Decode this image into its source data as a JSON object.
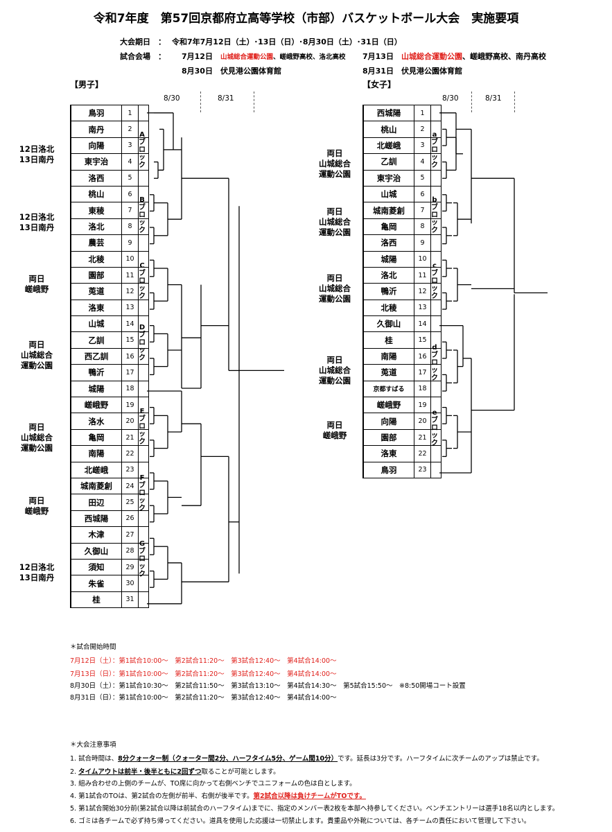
{
  "title": "令和7年度　第57回京都府立高等学校（市部）バスケットボール大会　実施要項",
  "dates": {
    "label": "大会期日　：",
    "value": "令和7年7月12日（土）･13日（日）･8月30日（土）･31日（日）"
  },
  "venues": {
    "label": "試合会場　：",
    "d1_date": "7月12日",
    "d1_red": "山城総合運動公園",
    "d1_rest": "、嵯峨野高校、洛北高校",
    "d2_date": "7月13日",
    "d2_red": "山城総合運動公園",
    "d2_rest": "、嵯峨野高校、南丹高校",
    "d3": "8月30日　伏見港公園体育館",
    "d4": "8月31日　伏見港公園体育館"
  },
  "men": {
    "heading": "【男子】",
    "round1": "8/30",
    "round2": "8/31",
    "teams": [
      "鳥羽",
      "南丹",
      "向陽",
      "東宇治",
      "洛西",
      "桃山",
      "東稜",
      "洛北",
      "農芸",
      "北稜",
      "園部",
      "莵道",
      "洛東",
      "山城",
      "乙訓",
      "西乙訓",
      "鴨沂",
      "城陽",
      "嵯峨野",
      "洛水",
      "亀岡",
      "南陽",
      "北嵯峨",
      "城南菱創",
      "田辺",
      "西城陽",
      "木津",
      "久御山",
      "須知",
      "朱雀",
      "桂"
    ],
    "numbers": [
      "1",
      "2",
      "3",
      "4",
      "5",
      "6",
      "7",
      "8",
      "9",
      "10",
      "11",
      "12",
      "13",
      "14",
      "15",
      "16",
      "17",
      "18",
      "19",
      "20",
      "21",
      "22",
      "23",
      "24",
      "25",
      "26",
      "27",
      "28",
      "29",
      "30",
      "31"
    ],
    "blocks": [
      "Aブロック",
      "Bブロック",
      "Cブロック",
      "Dブロック",
      "Eブロック",
      "Fブロック",
      "Gブロック"
    ],
    "venues": [
      [
        "12日洛北",
        "13日南丹"
      ],
      [
        "12日洛北",
        "13日南丹"
      ],
      [
        "両日",
        "嵯峨野"
      ],
      [
        "両日",
        "山城総合",
        "運動公園"
      ],
      [
        "両日",
        "山城総合",
        "運動公園"
      ],
      [
        "両日",
        "嵯峨野"
      ],
      [
        "12日洛北",
        "13日南丹"
      ]
    ]
  },
  "women": {
    "heading": "【女子】",
    "round1": "8/30",
    "round2": "8/31",
    "teams": [
      "西城陽",
      "桃山",
      "北嵯峨",
      "乙訓",
      "東宇治",
      "山城",
      "城南菱創",
      "亀岡",
      "洛西",
      "城陽",
      "洛北",
      "鴨沂",
      "北稜",
      "久御山",
      "桂",
      "南陽",
      "莵道",
      "京都すばる",
      "嵯峨野",
      "向陽",
      "園部",
      "洛東",
      "鳥羽"
    ],
    "numbers": [
      "1",
      "2",
      "3",
      "4",
      "5",
      "6",
      "7",
      "8",
      "9",
      "10",
      "11",
      "12",
      "13",
      "14",
      "15",
      "16",
      "17",
      "18",
      "19",
      "20",
      "21",
      "22",
      "23"
    ],
    "blocks": [
      "aブロック",
      "bブロック",
      "cブロック",
      "dブロック",
      "eブロック"
    ],
    "venues": [
      [
        "両日",
        "山城総合",
        "運動公園"
      ],
      [
        "両日",
        "山城総合",
        "運動公園"
      ],
      [
        "両日",
        "山城総合",
        "運動公園"
      ],
      [
        "両日",
        "山城総合",
        "運動公園"
      ],
      [
        "両日",
        "嵯峨野"
      ]
    ]
  },
  "times": {
    "heading": "＊試合開始時間",
    "lines": [
      "7月12日（土）：第1試合10:00～　第2試合11:20～　第3試合12:40～　第4試合14:00～",
      "7月13日（日）：第1試合10:00～　第2試合11:20～　第3試合12:40～　第4試合14:00～",
      "8月30日（土）：第1試合10:30～　第2試合11:50～　第3試合13:10～　第4試合14:30～　第5試合15:50～　※8:50開場コート設置",
      "8月31日（日）：第1試合10:00～　第2試合11:20～　第3試合12:40～　第4試合14:00～"
    ],
    "red_color": "#e0201b"
  },
  "notes": {
    "heading": "＊大会注意事項",
    "n1_pre": "1. 試合時間は、",
    "n1_bold": "8分クォーター制（クォーター間2分、ハーフタイム5分、ゲーム間10分）",
    "n1_post": "です。延長は3分です。ハーフタイムに次チームのアップは禁止です。",
    "n2_pre": "2. ",
    "n2_bold": "タイムアウトは前半・後半ともに2回ずつ",
    "n2_post": "取ることが可能とします。",
    "n3": "3. 組み合わせの上側のチームが、TO席に向かって右側ベンチでユニフォームの色は白とします。",
    "n4_pre": "4. 第1試合のTOは、第2試合の左側が前半、右側が後半です。",
    "n4_red": "第2試合以降は負けチームがTOです。",
    "n5": "5. 第1試合開始30分前(第2試合以降は前試合のハーフタイム)までに、指定のメンバー表2枚を本部へ持参してください。ベンチエントリーは選手18名以内とします。",
    "n6": "6. ゴミは各チームで必ず持ち帰ってください。道具を使用した応援は一切禁止します。貴重品や外靴については、各チームの責任において管理して下さい。"
  }
}
